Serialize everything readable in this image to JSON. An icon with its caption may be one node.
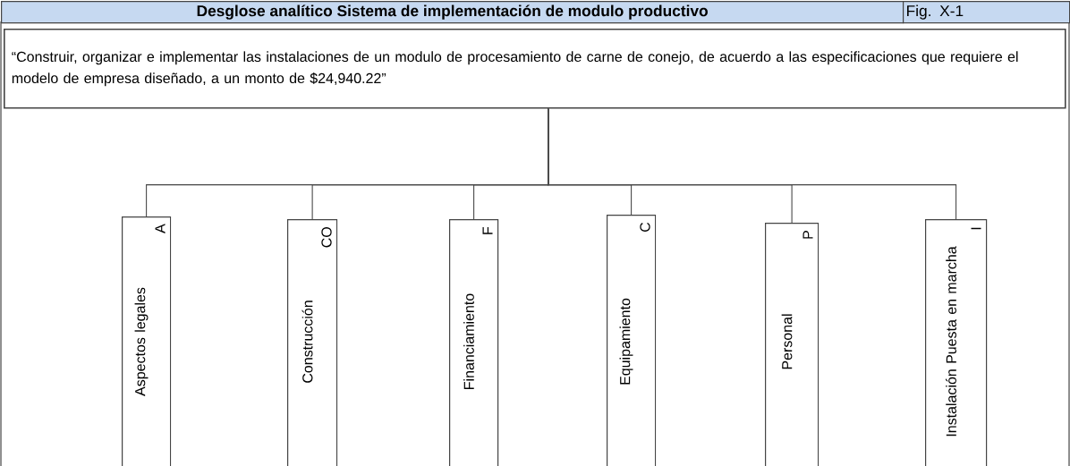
{
  "diagram": {
    "title": "Desglose analítico Sistema de implementación de modulo productivo",
    "nodes": [
      {
        "text": [
          "“Construir, organizar e implementar las instalaciones de un modulo de procesamiento de carne de conejo, de acuerdo a las especificaciones que  requiere el modelo de empresa diseñado, a un monto de $24,940.22”"
        ]
      },
      {
        "text": [
          "Aspectos legales",
          "A"
        ]
      },
      {
        "text": [
          "Construcción",
          "CO"
        ]
      },
      {
        "text": [
          "Financiamiento",
          "F"
        ]
      },
      {
        "text": [
          "Equipamiento",
          "C"
        ]
      },
      {
        "text": [
          "Personal",
          "P"
        ]
      },
      {
        "text": [
          "Instalación Puesta en marcha",
          "I"
        ]
      }
    ],
    "edges": [
      {
        "from": 0,
        "to": 1,
        "arrow": "none"
      },
      {
        "from": 0,
        "to": 2,
        "arrow": "none"
      },
      {
        "from": 0,
        "to": 3,
        "arrow": "none"
      },
      {
        "from": 0,
        "to": 4,
        "arrow": "none"
      },
      {
        "from": 0,
        "to": 5,
        "arrow": "none"
      },
      {
        "from": 0,
        "to": 6,
        "arrow": "none"
      }
    ],
    "labels": [
      "Fig. X-1"
    ]
  }
}
